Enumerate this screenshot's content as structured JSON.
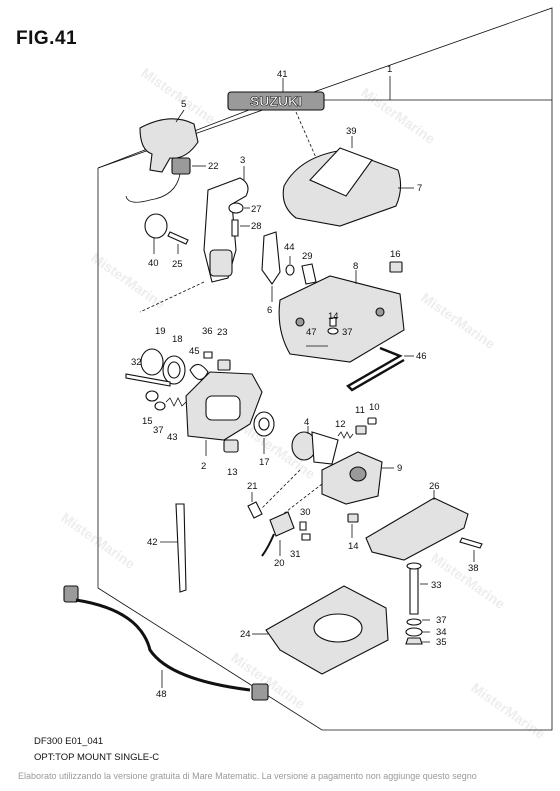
{
  "figure": {
    "title": "FIG.41",
    "model": "DF300 E01_041",
    "description": "OPT:TOP MOUNT SINGLE-C",
    "footer": "Elaborato utilizzando la versione gratuita di Mare Matematic. La versione a pagamento non aggiunge questo segno",
    "watermark": "MisterMarine",
    "logo_text": "SUZUKI"
  },
  "callouts": [
    "1",
    "2",
    "3",
    "4",
    "5",
    "6",
    "7",
    "8",
    "9",
    "10",
    "11",
    "12",
    "13",
    "14",
    "14",
    "15",
    "16",
    "17",
    "18",
    "19",
    "20",
    "21",
    "22",
    "23",
    "24",
    "25",
    "26",
    "27",
    "28",
    "29",
    "30",
    "31",
    "32",
    "33",
    "34",
    "35",
    "36",
    "37",
    "37",
    "37",
    "38",
    "39",
    "40",
    "41",
    "42",
    "43",
    "44",
    "45",
    "46",
    "47",
    "48"
  ]
}
